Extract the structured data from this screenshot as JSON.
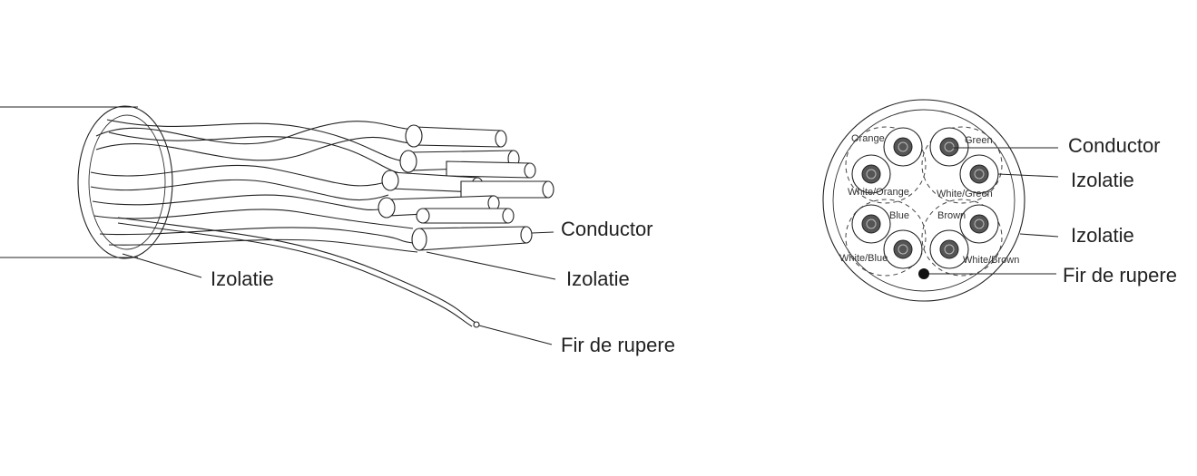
{
  "left_view": {
    "labels": {
      "outer_insulation": "Izolatie",
      "conductor": "Conductor",
      "insulation": "Izolatie",
      "rip_cord": "Fir de rupere"
    }
  },
  "right_view": {
    "labels": {
      "conductor": "Conductor",
      "insulation_inner": "Izolatie",
      "insulation_outer": "Izolatie",
      "rip_cord": "Fir de rupere"
    },
    "pairs": {
      "orange": "Orange",
      "white_orange": "White/Orange",
      "green": "Green",
      "white_green": "White/Green",
      "blue": "Blue",
      "white_blue": "White/Blue",
      "brown": "Brown",
      "white_brown": "White/Brown"
    }
  },
  "colors": {
    "line": "#222222",
    "background": "#ffffff"
  }
}
